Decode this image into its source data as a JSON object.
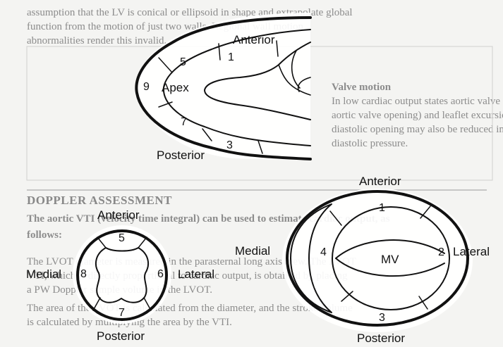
{
  "background_text": {
    "lines": [
      "assumption that the LV is conical or ellipsoid in shape and extrapolate global",
      "function from the motion of just two walls. Regional wall motion",
      "abnormalities render this invalid.",
      "Valve motion",
      "In low cardiac output states aortic valve opening may be reduced in duration (",
      "aortic valve opening) and leaflet excursion may also be reduced. Mitral valve",
      "diastolic opening may also be reduced in states of high LV end-",
      "diastolic pressure.",
      "The aortic VTI (velocity time integral) can be used to estimate cardiac output, as",
      "follows:",
      "The LVOT diameter is measured in the parasternal long axis view. The LVOT",
      "VTI, which is directly proportional to cardiac output, is obtained by placing",
      "a PW Doppler sample volume in the LVOT.",
      "The area of the LVOT is calculated from the diameter, and the stroke volume",
      "is calculated by multiplying the area by the VTI."
    ],
    "heading": "DOPPLER ASSESSMENT"
  },
  "long_axis": {
    "labels": {
      "anterior": "Anterior",
      "posterior": "Posterior",
      "apex": "Apex"
    },
    "segments": {
      "s1": "1",
      "s3": "3",
      "s5": "5",
      "s7": "7",
      "s9": "9"
    }
  },
  "apical_short_axis": {
    "labels": {
      "anterior": "Anterior",
      "posterior": "Posterior",
      "medial": "Medial",
      "lateral": "Lateral"
    },
    "segments": {
      "s5": "5",
      "s6": "6",
      "s7": "7",
      "s8": "8"
    }
  },
  "basal_short_axis": {
    "labels": {
      "anterior": "Anterior",
      "posterior": "Posterior",
      "medial": "Medial",
      "lateral": "Lateral",
      "valve": "MV"
    },
    "segments": {
      "s1": "1",
      "s2": "2",
      "s3": "3",
      "s4": "4"
    }
  }
}
